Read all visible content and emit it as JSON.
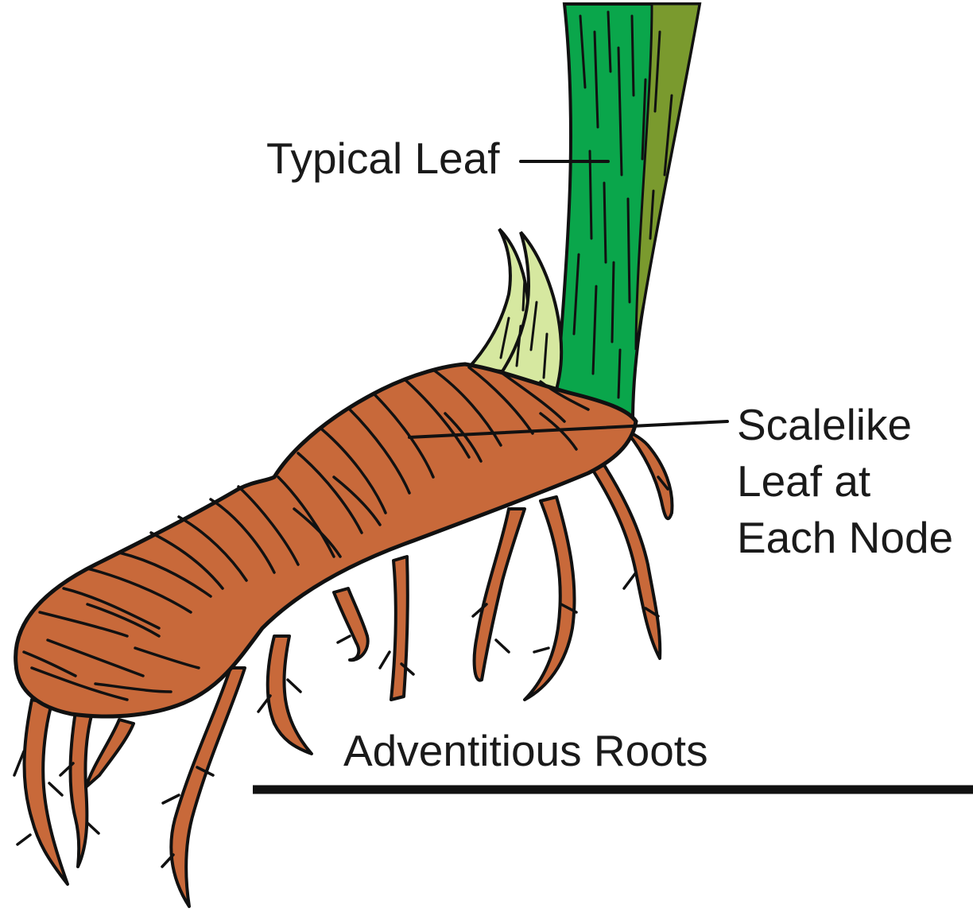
{
  "labels": {
    "typical_leaf": "Typical Leaf",
    "scalelike_leaf_line1": "Scalelike",
    "scalelike_leaf_line2": "Leaf at",
    "scalelike_leaf_line3": "Each Node",
    "adventitious_roots": "Adventitious Roots"
  },
  "colors": {
    "leaf_green": "#0aa64b",
    "leaf_olive": "#7a9a2e",
    "bud_pale": "#d6e8a0",
    "rhizome": "#c8693a",
    "root": "#c8693a",
    "outline": "#111111",
    "text": "#1a1a1a"
  }
}
